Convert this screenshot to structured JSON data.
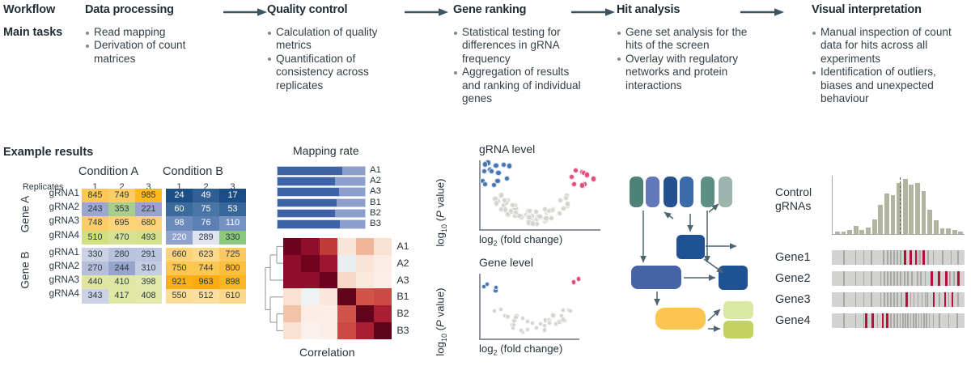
{
  "workflow": {
    "row_labels": [
      "Workflow",
      "Main tasks"
    ],
    "stages": [
      {
        "title": "Data processing",
        "tasks": [
          "Read mapping",
          "Derivation of count matrices"
        ]
      },
      {
        "title": "Quality control",
        "tasks": [
          "Calculation of quality metrics",
          "Quantification of consistency across replicates"
        ]
      },
      {
        "title": "Gene ranking",
        "tasks": [
          "Statistical testing for differences in gRNA frequency",
          "Aggregation of results and ranking of individual genes"
        ]
      },
      {
        "title": "Hit analysis",
        "tasks": [
          "Gene set analysis for the hits of the screen",
          "Overlay with regulatory networks and protein interactions"
        ]
      },
      {
        "title": "Visual interpretation",
        "tasks": [
          "Manual inspection of count data for hits across all experiments",
          "Identification of outliers, biases and unexpected behaviour"
        ]
      }
    ]
  },
  "example_results": {
    "heading": "Example results"
  },
  "count_table": {
    "replicates_label": "Replicates",
    "conditions": [
      "Condition A",
      "Condition B"
    ],
    "replicate_numbers": [
      "1",
      "2",
      "3"
    ],
    "gene_groups": [
      "Gene A",
      "Gene B"
    ],
    "rna_labels": [
      "gRNA1",
      "gRNA2",
      "gRNA3",
      "gRNA4"
    ],
    "values_a": [
      [
        845,
        749,
        985
      ],
      [
        243,
        353,
        221
      ],
      [
        748,
        695,
        680
      ],
      [
        510,
        470,
        493
      ],
      [
        330,
        280,
        291
      ],
      [
        270,
        244,
        310
      ],
      [
        440,
        410,
        398
      ],
      [
        343,
        417,
        408
      ]
    ],
    "values_b": [
      [
        24,
        49,
        17
      ],
      [
        60,
        75,
        53
      ],
      [
        98,
        76,
        110
      ],
      [
        220,
        289,
        330
      ],
      [
        660,
        623,
        725
      ],
      [
        750,
        744,
        800
      ],
      [
        921,
        963,
        898
      ],
      [
        550,
        512,
        610
      ]
    ],
    "colors_a": [
      [
        "#fcc752",
        "#fbcd67",
        "#fbb91f"
      ],
      [
        "#9aa7ce",
        "#a8cd8e",
        "#96a4cc"
      ],
      [
        "#fbcd67",
        "#fcd378",
        "#fcd378"
      ],
      [
        "#d1de82",
        "#d8e293",
        "#d5e08c"
      ],
      [
        "#ccd2e6",
        "#b9c2dd",
        "#bcc5de"
      ],
      [
        "#b5bfdb",
        "#97a5cc",
        "#c6cde3"
      ],
      [
        "#dee69f",
        "#dfe7a4",
        "#e2e9aa"
      ],
      [
        "#ccd2e6",
        "#e0e8a6",
        "#e1e8a8"
      ]
    ],
    "colors_b": [
      [
        "#1c4f87",
        "#2f5f95",
        "#1a4d85"
      ],
      [
        "#3b6a9c",
        "#4a76a5",
        "#37679a"
      ],
      [
        "#6b8bbc",
        "#5c80b4",
        "#7592c2"
      ],
      [
        "#8fa3cd",
        "#dfe3f0",
        "#8dc87f"
      ],
      [
        "#fcd378",
        "#fcd88a",
        "#fbca5f"
      ],
      [
        "#fbc652",
        "#fbc754",
        "#fbbf3c"
      ],
      [
        "#fbb01a",
        "#fbaa10",
        "#fbb423"
      ],
      [
        "#fcdc97",
        "#fcdf9f",
        "#fcd88a"
      ]
    ],
    "light_text_cells_b": [
      [
        1,
        1,
        1
      ],
      [
        1,
        1,
        1
      ],
      [
        1,
        1,
        1
      ],
      [
        1,
        0,
        0
      ],
      [
        0,
        0,
        0
      ],
      [
        0,
        0,
        0
      ],
      [
        0,
        0,
        0
      ],
      [
        0,
        0,
        0
      ]
    ]
  },
  "mapping_rate": {
    "title": "Mapping rate",
    "samples": [
      "A1",
      "A2",
      "A3",
      "B1",
      "B2",
      "B3"
    ],
    "mapped_fraction": [
      0.74,
      0.66,
      0.7,
      0.68,
      0.66,
      0.71
    ],
    "color_mapped": "#3d62a5",
    "color_unmapped": "#8c9ecb"
  },
  "correlation": {
    "title": "Correlation",
    "samples": [
      "A1",
      "A2",
      "A3",
      "B1",
      "B2",
      "B3"
    ],
    "matrix": [
      [
        1.0,
        0.9,
        0.82,
        0.12,
        0.28,
        0.14
      ],
      [
        0.9,
        1.0,
        0.88,
        0.02,
        0.1,
        0.06
      ],
      [
        0.82,
        0.88,
        1.0,
        0.18,
        0.1,
        0.09
      ],
      [
        0.12,
        0.02,
        0.18,
        1.0,
        0.66,
        0.7
      ],
      [
        0.28,
        0.1,
        0.1,
        0.66,
        1.0,
        0.85
      ],
      [
        0.14,
        0.06,
        0.09,
        0.7,
        0.85,
        1.0
      ]
    ],
    "colors": [
      [
        "#6d0320",
        "#8e0e2c",
        "#c03c36",
        "#fae3d7",
        "#f0b79a",
        "#fae1d2"
      ],
      [
        "#8e0e2c",
        "#70041f",
        "#9c1630",
        "#e9eff0",
        "#fae3d7",
        "#fbece5"
      ],
      [
        "#8e0e2c",
        "#8e0e2c",
        "#6d0320",
        "#f7d9c8",
        "#fae8dd",
        "#fbeee8"
      ],
      [
        "#fae1d2",
        "#eef2f3",
        "#fbe6da",
        "#63041d",
        "#d1544a",
        "#cb4b44"
      ],
      [
        "#f3c3a9",
        "#fbece5",
        "#fbeee8",
        "#d1544a",
        "#63041d",
        "#a81f33"
      ],
      [
        "#fae1d2",
        "#fbf1ec",
        "#fbeee8",
        "#cb4b44",
        "#a81f33",
        "#5e0319"
      ]
    ]
  },
  "volcano_gRNA": {
    "title": "gRNA level",
    "xlabel": "log2 (fold change)",
    "ylabel": "log10 (P value)",
    "colors": {
      "down": "#4575b4",
      "up": "#e14b7d",
      "neutral": "#d5d4cd"
    },
    "n_down": 14,
    "n_up": 9,
    "n_neutral": 62
  },
  "volcano_gene": {
    "title": "Gene level",
    "xlabel": "log2 (fold change)",
    "ylabel": "log10 (P value)",
    "colors": {
      "down": "#4575b4",
      "up": "#e14b7d",
      "neutral": "#d5d4cd"
    },
    "n_down": 4,
    "n_up": 2,
    "n_neutral": 36
  },
  "network": {
    "top_nodes": [
      "#4d8279",
      "#6179b9",
      "#23518f",
      "#3d6aa8",
      "#5e8f84",
      "#9bb4ae"
    ],
    "mid_nodes": [
      "#1e5293",
      "#4663a5",
      "#1e5293"
    ],
    "bottom_nodes": [
      "#fbc martin",
      "#d9e69a",
      "#c2d45f"
    ],
    "yellow_node": "#fcc551",
    "green_nodes": [
      "#dbe8a4",
      "#c2d45f"
    ]
  },
  "control_panel": {
    "label_line1": "Control",
    "label_line2": "gRNAs",
    "histogram": [
      2,
      2,
      3,
      6,
      3,
      5,
      11,
      22,
      30,
      29,
      38,
      41,
      37,
      38,
      32,
      18,
      10,
      4,
      4,
      3,
      2
    ],
    "median_bin_index": 10,
    "bar_color": "#b0b5a0"
  },
  "gene_tracks": {
    "genes": [
      "Gene1",
      "Gene2",
      "Gene3",
      "Gene4"
    ],
    "track_color": "#d3d3d1",
    "line_color": "#a8a8a6",
    "hit_color": "#b4123a",
    "hits": [
      [
        0.545,
        0.585,
        0.625,
        0.685
      ],
      [
        0.745,
        0.8,
        0.855,
        0.945
      ],
      [
        0.555,
        0.76,
        0.845,
        0.9
      ],
      [
        0.25,
        0.3,
        0.375,
        0.41
      ]
    ],
    "lines": [
      [
        0.085,
        0.175,
        0.235,
        0.295,
        0.385,
        0.415,
        0.44,
        0.465,
        0.49,
        0.515,
        0.645,
        0.66,
        0.72,
        0.76,
        0.83,
        0.895,
        0.945
      ],
      [
        0.085,
        0.175,
        0.235,
        0.295,
        0.365,
        0.39,
        0.415,
        0.44,
        0.465,
        0.49,
        0.515,
        0.545,
        0.57,
        0.6,
        0.64,
        0.665,
        0.7,
        0.885,
        0.915
      ],
      [
        0.085,
        0.175,
        0.235,
        0.295,
        0.365,
        0.39,
        0.415,
        0.44,
        0.465,
        0.49,
        0.52,
        0.59,
        0.615,
        0.645,
        0.675,
        0.7,
        0.715,
        0.805,
        0.875,
        0.945
      ],
      [
        0.085,
        0.175,
        0.235,
        0.34,
        0.44,
        0.465,
        0.49,
        0.51,
        0.53,
        0.55,
        0.57,
        0.59,
        0.61,
        0.63,
        0.65,
        0.67,
        0.69,
        0.71,
        0.73,
        0.76,
        0.805,
        0.875,
        0.94
      ]
    ]
  }
}
